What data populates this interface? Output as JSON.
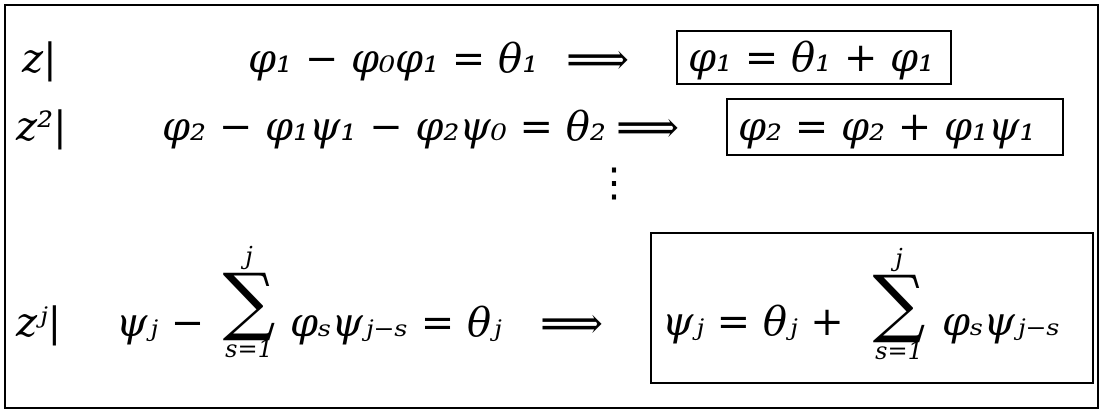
{
  "rows": [
    {
      "coef": "z|",
      "lhs": "φ₁ − φ₀φ₁ = θ₁",
      "arrow": "⟹",
      "result": "φ₁ = θ₁ + φ₁"
    },
    {
      "coef": "z²|",
      "lhs": "φ₂ − φ₁ψ₁ − φ₂ψ₀ = θ₂",
      "arrow": "⟹",
      "result": "φ₂ = φ₂ + φ₁ψ₁"
    },
    {
      "vdots": "⋮"
    },
    {
      "coef": "zʲ|",
      "lhs_pre": "ψⱼ −",
      "sum_upper": "j",
      "sum_symbol": "∑",
      "sum_lower": "s=1",
      "lhs_post": "φₛψⱼ₋ₛ = θⱼ",
      "arrow": "⟹",
      "result_pre": "ψⱼ = θⱼ +",
      "result_sum_upper": "j",
      "result_sum_symbol": "∑",
      "result_sum_lower": "s=1",
      "result_post": "φₛψⱼ₋ₛ"
    }
  ]
}
